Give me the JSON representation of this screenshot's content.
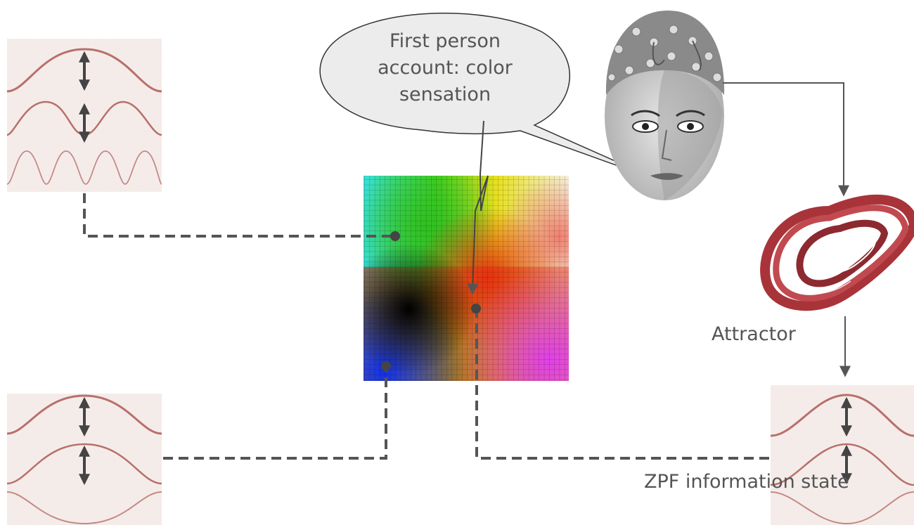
{
  "callout": {
    "lines": [
      "First person",
      "account: color",
      "sensation"
    ]
  },
  "labels": {
    "attractor": "Attractor",
    "zpf_state": "ZPF information state"
  },
  "icons": {
    "wave_panels": "sine-wave-icon",
    "eeg_head": "eeg-cap-head-icon",
    "attractor_shape": "torus-attractor-icon",
    "color_map": "color-field-grid"
  },
  "colors": {
    "wave": "#b8706a",
    "panel_bg": "#f6eeec",
    "connector": "#555555",
    "dot": "#444444",
    "attractor": "#a8343a"
  }
}
